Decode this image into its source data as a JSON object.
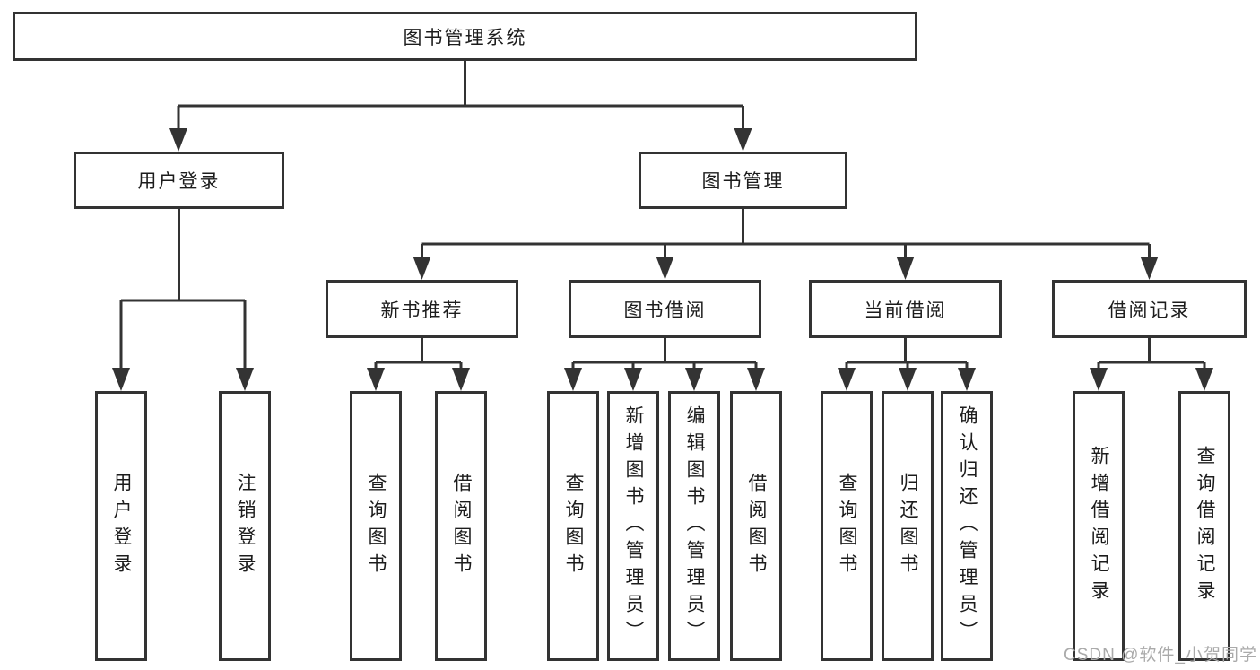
{
  "tree": {
    "label": "图书管理系统",
    "children": [
      {
        "label": "用户登录",
        "children": [
          {
            "label": "用户登录"
          },
          {
            "label": "注销登录"
          }
        ]
      },
      {
        "label": "图书管理",
        "children": [
          {
            "label": "新书推荐",
            "children": [
              {
                "label": "查询图书"
              },
              {
                "label": "借阅图书"
              }
            ]
          },
          {
            "label": "图书借阅",
            "children": [
              {
                "label": "查询图书"
              },
              {
                "label": "新增图书（管理员）"
              },
              {
                "label": "编辑图书（管理员）"
              },
              {
                "label": "借阅图书"
              }
            ]
          },
          {
            "label": "当前借阅",
            "children": [
              {
                "label": "查询图书"
              },
              {
                "label": "归还图书"
              },
              {
                "label": "确认归还（管理员）"
              }
            ]
          },
          {
            "label": "借阅记录",
            "children": [
              {
                "label": "新增借阅记录"
              },
              {
                "label": "查询借阅记录"
              }
            ]
          }
        ]
      }
    ]
  },
  "watermark": {
    "text": "CSDN @软件_小贺同学"
  },
  "colors": {
    "line": "#333333",
    "border": "#333333",
    "text": "#1c1c1c",
    "box_background": "#ffffff",
    "watermark": "#aaaaaa",
    "page_background": "#ffffff"
  }
}
